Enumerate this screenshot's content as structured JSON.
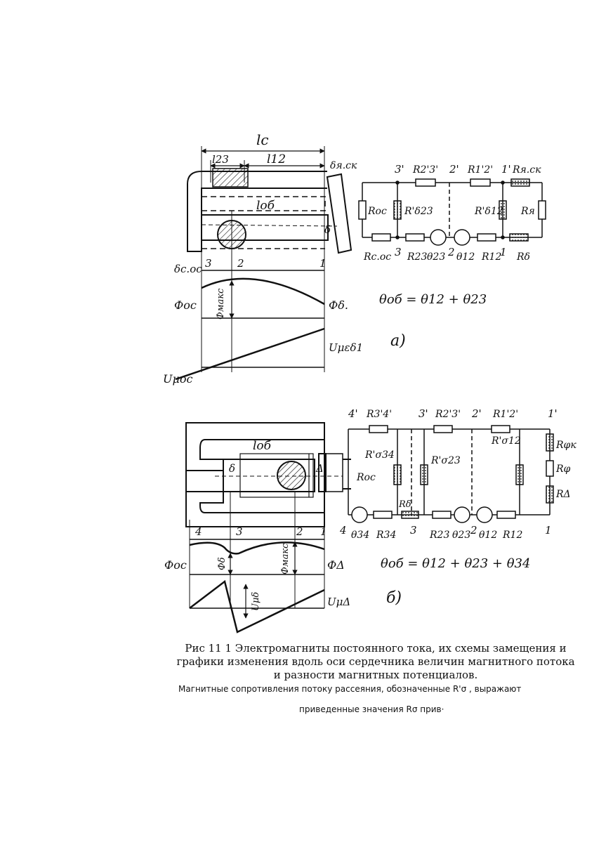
{
  "figure_a": {
    "panel_label": "а)",
    "dims": {
      "lc": "lc",
      "l23": "l23",
      "l12": "l12",
      "lob": "lоб"
    },
    "gap_labels": {
      "delta_ya_sk": "δя.ск",
      "delta_c_oc": "δс.ос",
      "delta": "δ"
    },
    "sections": [
      "3",
      "2",
      "1"
    ],
    "graph_labels": {
      "phi_oc": "Фос",
      "phi_maks": "Фмакс",
      "phi_delta": "Фδ.",
      "u_mu_oc": "Uμос",
      "u_mu_delta": "Uμεδ1"
    },
    "circuit": {
      "top_nodes": [
        "3'",
        "2'",
        "1'"
      ],
      "top_resistors": [
        "R2'3'",
        "R1'2'",
        "Rя.ск"
      ],
      "vertical_resistors": [
        "Roc",
        "R'δ23",
        "R'δ12",
        "Rя"
      ],
      "bottom_labels": [
        "Rс.ос",
        "3",
        "R23",
        "θ23",
        "2",
        "θ12",
        "R12",
        "1",
        "Rδ"
      ]
    },
    "equation": "θоб = θ12 + θ23"
  },
  "figure_b": {
    "panel_label": "б)",
    "dims": {
      "lob": "lоб"
    },
    "gap_labels": {
      "delta": "δ",
      "Delta": "Δ"
    },
    "sections": [
      "4",
      "3",
      "2",
      "1"
    ],
    "graph_labels": {
      "phi_oc": "Фос",
      "phi_delta": "Фδ",
      "phi_maks": "Фмакс",
      "phi_Delta": "ФΔ",
      "u_mu_delta": "Uμδ",
      "u_mu_Delta": "UμΔ"
    },
    "circuit": {
      "top_nodes": [
        "4'",
        "3'",
        "2'",
        "1'"
      ],
      "top_resistors": [
        "R3'4'",
        "R2'3'",
        "R1'2'"
      ],
      "vertical_resistors": [
        "R'σ34",
        "Roc",
        "R'σ23",
        "R'σ12",
        "Rφк",
        "Rφ",
        "RΔ"
      ],
      "bottom_labels": [
        "4",
        "θ34",
        "R34",
        "Rδ",
        "3",
        "R23",
        "θ23",
        "2",
        "θ12",
        "R12",
        "1"
      ]
    },
    "equation": "θоб = θ12 + θ23 + θ34"
  },
  "caption": {
    "line1": "Рис  11 1  Электромагниты постоянного тока, их схемы замещения и",
    "line2": "графики изменения вдоль оси сердечника величин магнитного потока",
    "line3": "и разности магнитных потенциалов."
  },
  "note": {
    "line1": "Магнитные сопротивления потоку рассеяния,  обозначенные R'σ ,  выражают",
    "line2": "приведенные значения  Rσ прив·"
  }
}
